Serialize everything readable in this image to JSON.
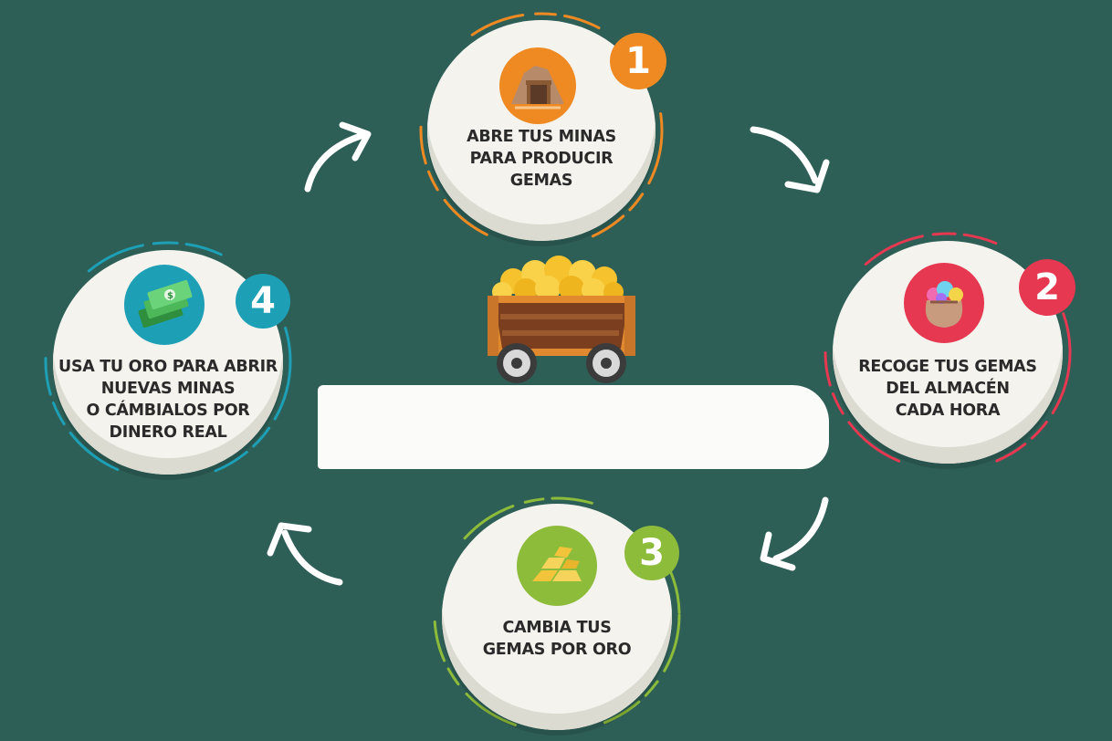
{
  "steps": [
    {
      "number": "1",
      "color": "#ef8a23",
      "lines": [
        "ABRE TUS MINAS",
        "PARA PRODUCIR",
        "GEMAS"
      ],
      "icon": "mine-entrance-icon"
    },
    {
      "number": "2",
      "color": "#e63850",
      "lines": [
        "RECOGE TUS GEMAS",
        "DEL ALMACÉN",
        "CADA HORA"
      ],
      "icon": "gem-sack-icon"
    },
    {
      "number": "3",
      "color": "#8dbb3a",
      "lines": [
        "CAMBIA TUS",
        "GEMAS POR ORO"
      ],
      "icon": "gold-bars-icon"
    },
    {
      "number": "4",
      "color": "#1d9fb5",
      "lines": [
        "USA TU ORO PARA ABRIR",
        "NUEVAS MINAS",
        "O CÁMBIALOS POR",
        "DINERO REAL"
      ],
      "icon": "money-stack-icon"
    }
  ],
  "colors": {
    "background": "#2e5f57",
    "card": "#f4f3ee",
    "arrow": "#ffffff"
  },
  "center": {
    "icon": "gold-mine-cart-icon"
  }
}
